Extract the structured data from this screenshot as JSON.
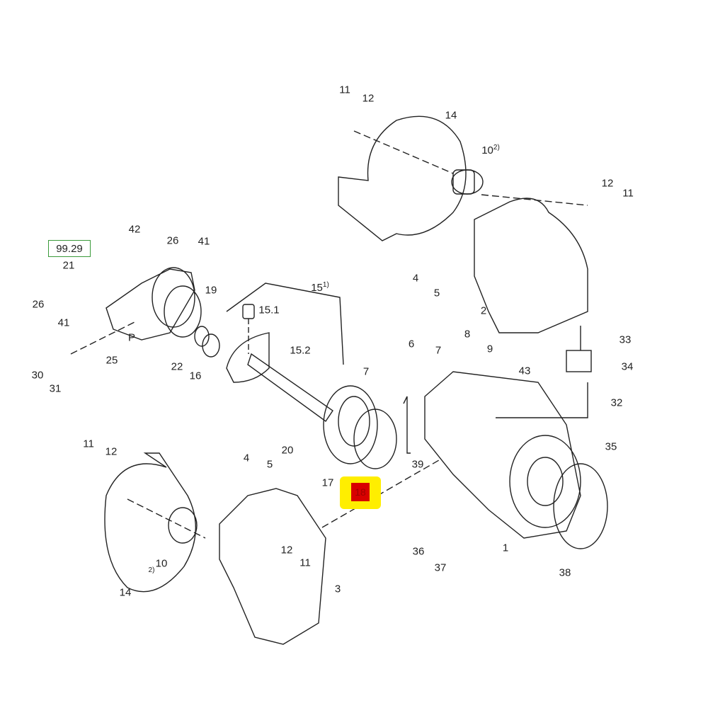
{
  "reference_box": "99.29",
  "highlight": {
    "label": "18",
    "colors": {
      "highlight": "#ffee00",
      "box": "#d80000"
    }
  },
  "labels": [
    {
      "id": "a",
      "text": "11"
    },
    {
      "id": "b",
      "text": "12"
    },
    {
      "id": "c",
      "text": "14"
    },
    {
      "id": "d",
      "text": "10",
      "sup": "2)"
    },
    {
      "id": "e",
      "text": "12"
    },
    {
      "id": "f",
      "text": "11"
    },
    {
      "id": "g",
      "text": "42"
    },
    {
      "id": "h",
      "text": "26"
    },
    {
      "id": "i",
      "text": "41"
    },
    {
      "id": "j",
      "text": "21"
    },
    {
      "id": "k",
      "text": "15",
      "sup": "1)"
    },
    {
      "id": "l",
      "text": "19"
    },
    {
      "id": "m",
      "text": "15.1"
    },
    {
      "id": "n",
      "text": "26"
    },
    {
      "id": "o",
      "text": "41"
    },
    {
      "id": "p",
      "text": "8"
    },
    {
      "id": "q",
      "text": "33"
    },
    {
      "id": "r",
      "text": "6"
    },
    {
      "id": "s",
      "text": "7"
    },
    {
      "id": "t",
      "text": "9"
    },
    {
      "id": "u",
      "text": "4"
    },
    {
      "id": "v",
      "text": "5"
    },
    {
      "id": "w",
      "text": "2"
    },
    {
      "id": "x",
      "text": "25"
    },
    {
      "id": "y",
      "text": "P"
    },
    {
      "id": "z",
      "text": "22"
    },
    {
      "id": "aa",
      "text": "16"
    },
    {
      "id": "ab",
      "text": "15.2"
    },
    {
      "id": "ac",
      "text": "30"
    },
    {
      "id": "ad",
      "text": "31"
    },
    {
      "id": "ae",
      "text": "7"
    },
    {
      "id": "af",
      "text": "43"
    },
    {
      "id": "ag",
      "text": "34"
    },
    {
      "id": "ah",
      "text": "32"
    },
    {
      "id": "ai",
      "text": "11"
    },
    {
      "id": "aj",
      "text": "12"
    },
    {
      "id": "ak",
      "text": "4"
    },
    {
      "id": "al",
      "text": "5"
    },
    {
      "id": "am",
      "text": "20"
    },
    {
      "id": "an",
      "text": "39"
    },
    {
      "id": "ao",
      "text": "35"
    },
    {
      "id": "ap",
      "text": "17"
    },
    {
      "id": "aq",
      "text": "1"
    },
    {
      "id": "ar",
      "text": "36"
    },
    {
      "id": "as",
      "text": "37"
    },
    {
      "id": "at",
      "text": "38"
    },
    {
      "id": "au",
      "text": "12"
    },
    {
      "id": "av",
      "text": "11"
    },
    {
      "id": "aw",
      "text": "10"
    },
    {
      "id": "ax",
      "text": "2)"
    },
    {
      "id": "ay",
      "text": "14"
    },
    {
      "id": "az",
      "text": "3"
    }
  ]
}
